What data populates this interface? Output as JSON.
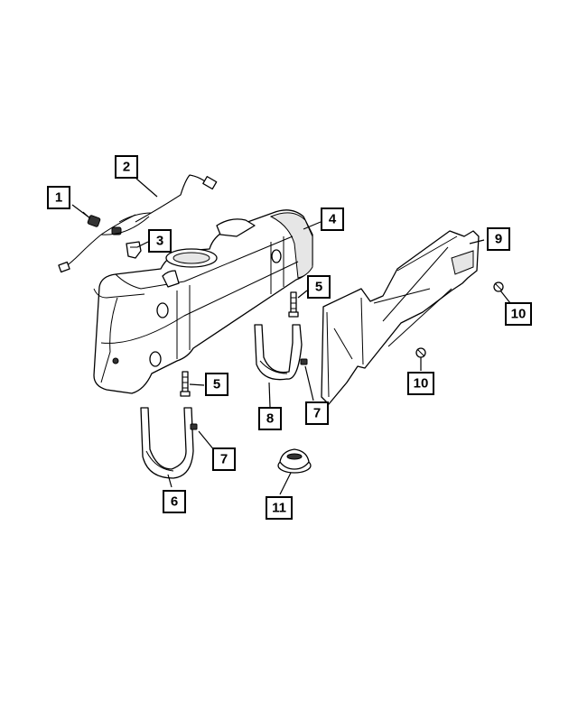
{
  "callouts": {
    "c1": "1",
    "c2": "2",
    "c3": "3",
    "c4": "4",
    "c5a": "5",
    "c5b": "5",
    "c6": "6",
    "c7a": "7",
    "c7b": "7",
    "c8": "8",
    "c9": "9",
    "c10a": "10",
    "c10b": "10",
    "c11": "11"
  }
}
